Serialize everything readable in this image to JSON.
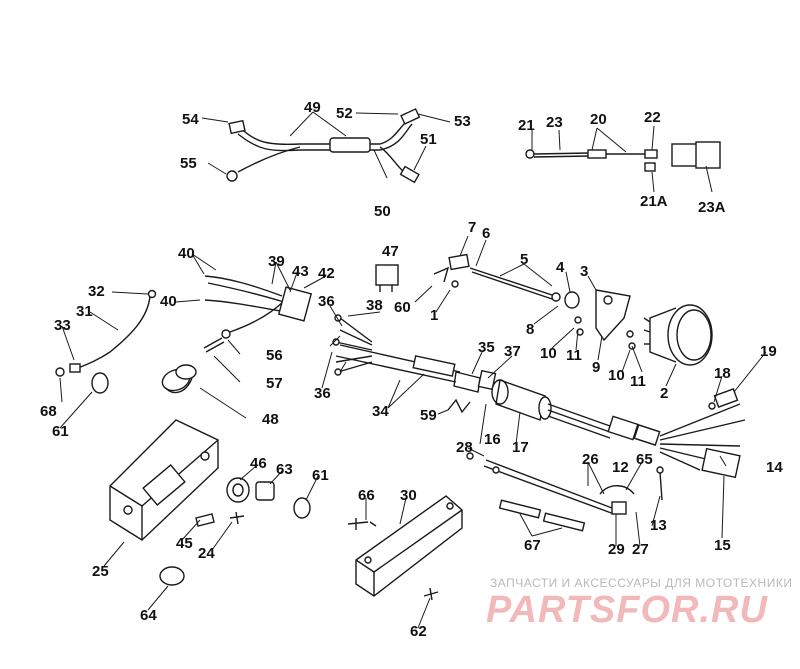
{
  "callouts": {
    "c1": "1",
    "c2": "2",
    "c3": "3",
    "c4": "4",
    "c5": "5",
    "c6": "6",
    "c7": "7",
    "c8": "8",
    "c9": "9",
    "c10a": "10",
    "c10b": "10",
    "c11a": "11",
    "c11b": "11",
    "c12": "12",
    "c13": "13",
    "c14": "14",
    "c15": "15",
    "c16": "16",
    "c17": "17",
    "c18": "18",
    "c19": "19",
    "c20": "20",
    "c21": "21",
    "c21A": "21A",
    "c22": "22",
    "c23": "23",
    "c23A": "23A",
    "c24": "24",
    "c25": "25",
    "c26": "26",
    "c27": "27",
    "c28": "28",
    "c29": "29",
    "c30": "30",
    "c31": "31",
    "c32": "32",
    "c33": "33",
    "c34": "34",
    "c35": "35",
    "c36a": "36",
    "c36b": "36",
    "c37": "37",
    "c38": "38",
    "c39": "39",
    "c40a": "40",
    "c40b": "40",
    "c42": "42",
    "c43": "43",
    "c45": "45",
    "c46": "46",
    "c47": "47",
    "c48": "48",
    "c49": "49",
    "c50": "50",
    "c51": "51",
    "c52": "52",
    "c53": "53",
    "c54": "54",
    "c55": "55",
    "c56": "56",
    "c57": "57",
    "c59": "59",
    "c60": "60",
    "c61a": "61",
    "c61b": "61",
    "c62": "62",
    "c63": "63",
    "c64": "64",
    "c65": "65",
    "c66": "66",
    "c67": "67",
    "c68": "68"
  },
  "watermark": {
    "caption": "ЗАПЧАСТИ И АКСЕССУАРЫ ДЛЯ МОТОТЕХНИКИ",
    "logo": "PARTSFOR.RU"
  }
}
